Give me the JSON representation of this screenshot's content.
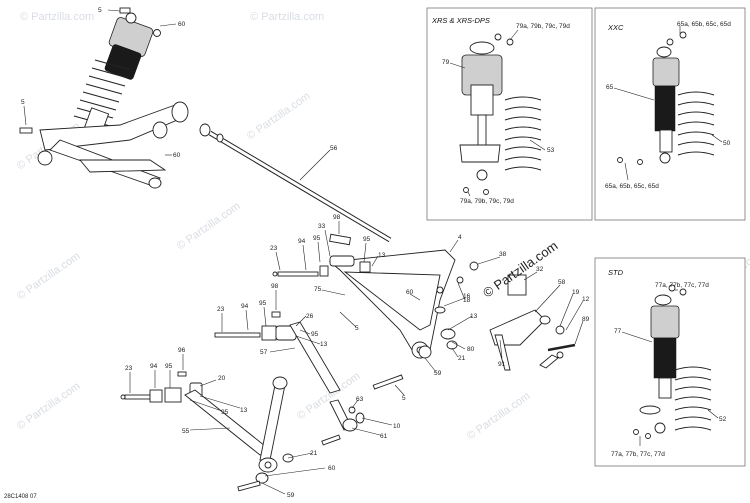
{
  "diagram": {
    "ref_code": "28C1408 07",
    "watermark": "© Partzilla.com",
    "watermark_center": "© Partzilla.com",
    "insets": [
      {
        "title": "XRS & XRS-DPS",
        "callouts": [
          "79a, 79b, 79c, 79d",
          "79",
          "53",
          "79a, 79b, 79c, 79d"
        ]
      },
      {
        "title": "XXC",
        "callouts": [
          "65a, 65b, 65c, 65d",
          "65",
          "50",
          "65a, 65b, 65c, 65d"
        ]
      },
      {
        "title": "STD",
        "callouts": [
          "77a, 77b, 77c, 77d",
          "77",
          "52",
          "77a, 77b, 77c, 77d"
        ]
      }
    ],
    "main_callouts": {
      "c5a": "5",
      "c60a": "60",
      "c5b": "5",
      "c60b": "60",
      "c56": "56",
      "c98a": "98",
      "c23a": "23",
      "c94a": "94",
      "c95a": "95",
      "c33a": "33",
      "c95b": "95",
      "c13a": "13",
      "c4": "4",
      "c38": "38",
      "c18": "18",
      "c32": "32",
      "c58": "58",
      "c75": "75",
      "c60c": "60",
      "c16": "16",
      "c13b": "13",
      "c19": "19",
      "c12": "12",
      "c89": "89",
      "c98b": "98",
      "c23b": "23",
      "c94b": "94",
      "c95c": "95",
      "c26": "26",
      "c13c": "13",
      "c95d": "95",
      "c5c": "5",
      "c57": "57",
      "c80": "80",
      "c21a": "21",
      "c91": "91",
      "c59": "59",
      "c96": "96",
      "c23c": "23",
      "c94c": "94",
      "c95e": "95",
      "c20": "20",
      "c13d": "13",
      "c95f": "95",
      "c5d": "5",
      "c63": "63",
      "c10": "10",
      "c61": "61",
      "c55": "55",
      "c21b": "21",
      "c60d": "60",
      "c59b": "59"
    }
  }
}
